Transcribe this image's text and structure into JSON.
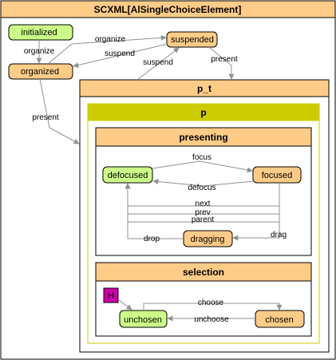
{
  "colors": {
    "state_fill": "#FFCC88",
    "initial_fill": "#CCFF88",
    "region_header": "#CCCC00",
    "history_fill": "#CC00AA",
    "edge": "#909090"
  },
  "root": {
    "title": "SCXML[AlSingleChoiceElement]"
  },
  "states": {
    "initialized": "initialized",
    "organized": "organized",
    "suspended": "suspended",
    "p_t": "p_t",
    "p": "p",
    "presenting": "presenting",
    "defocused": "defocused",
    "focused": "focused",
    "dragging": "dragging",
    "selection": "selection",
    "unchosen": "unchosen",
    "chosen": "chosen",
    "history": "H"
  },
  "transitions": {
    "initialized_organized": "organize",
    "organized_suspended": "organize",
    "suspended_organized": "suspend",
    "pt_suspended": "suspend",
    "suspended_pt": "present",
    "organized_pt": "present",
    "defocused_focused": "focus",
    "focused_defocused": "defocus",
    "next": "next",
    "prev": "prev",
    "parent": "parent",
    "drag": "drag",
    "drop": "drop",
    "choose": "choose",
    "unchoose": "unchoose"
  }
}
